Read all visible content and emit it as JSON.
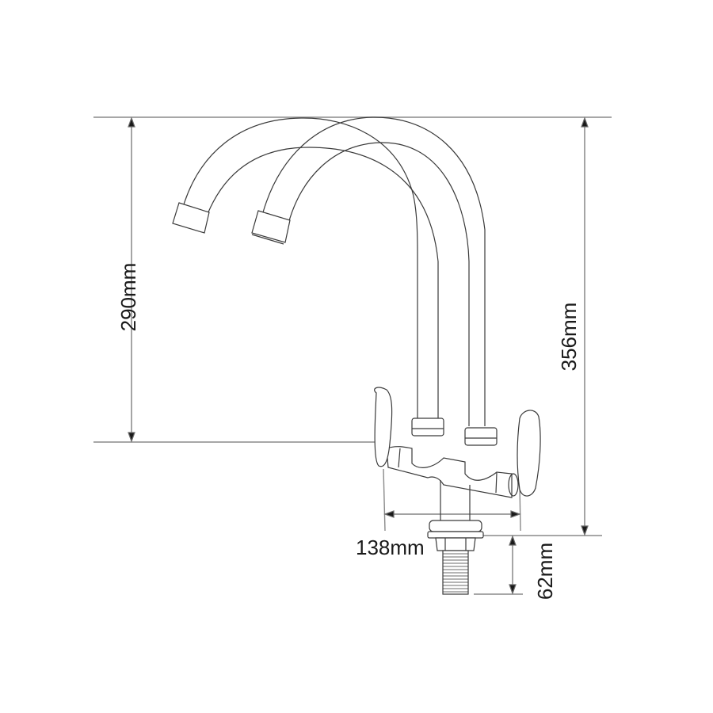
{
  "drawing": {
    "subject": "dual-spout kitchen faucet dimension drawing",
    "line_color": "#3a3a3a",
    "dimension_line_color": "#8a8a8a",
    "background": "#ffffff"
  },
  "dimensions": {
    "spout_outlet_height": {
      "label": "290mm",
      "value": 290,
      "unit": "mm",
      "orientation": "vertical"
    },
    "total_height": {
      "label": "356mm",
      "value": 356,
      "unit": "mm",
      "orientation": "vertical"
    },
    "handle_span_width": {
      "label": "138mm",
      "value": 138,
      "unit": "mm",
      "orientation": "horizontal"
    },
    "shank_length": {
      "label": "62mm",
      "value": 62,
      "unit": "mm",
      "orientation": "vertical"
    }
  }
}
